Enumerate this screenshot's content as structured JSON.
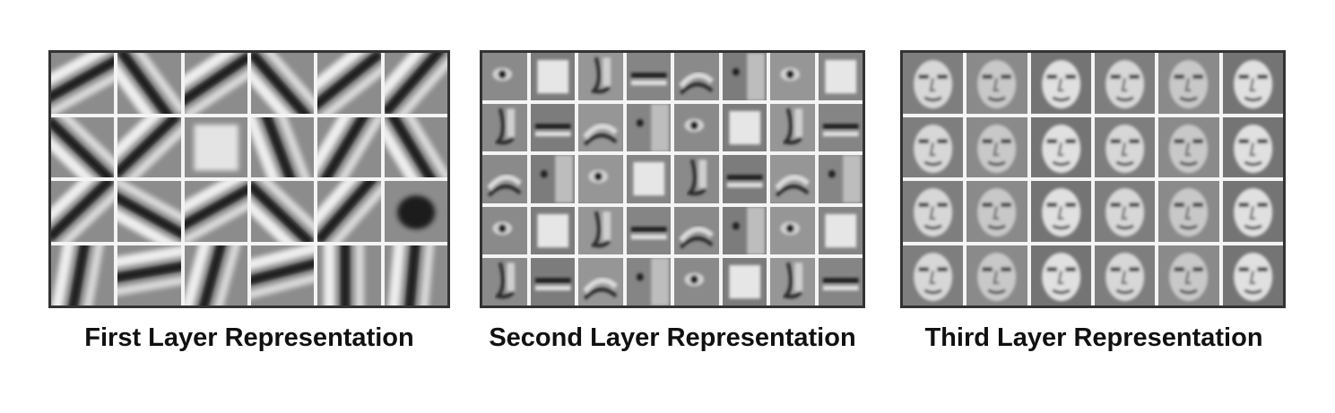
{
  "panels": [
    {
      "caption": "First Layer Representation",
      "rows": 4,
      "cols": 6,
      "kind": "edge-filters"
    },
    {
      "caption": "Second Layer Representation",
      "rows": 5,
      "cols": 8,
      "kind": "face-parts"
    },
    {
      "caption": "Third Layer Representation",
      "rows": 4,
      "cols": 6,
      "kind": "faces"
    }
  ]
}
